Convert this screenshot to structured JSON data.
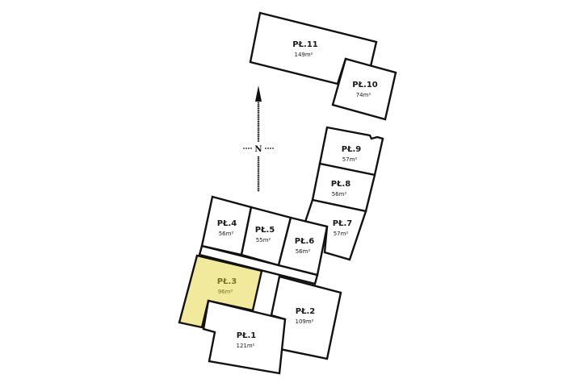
{
  "plan": {
    "north_arrow": {
      "label": "N",
      "icon": "north-arrow-icon"
    },
    "highlight_color": "#f1ea9c",
    "lots": [
      {
        "id": "11",
        "name": "PŁ.11",
        "area": "149m²",
        "highlighted": false
      },
      {
        "id": "10",
        "name": "PŁ.10",
        "area": "74m²",
        "highlighted": false
      },
      {
        "id": "9",
        "name": "PŁ.9",
        "area": "57m²",
        "highlighted": false
      },
      {
        "id": "8",
        "name": "PŁ.8",
        "area": "56m²",
        "highlighted": false
      },
      {
        "id": "7",
        "name": "PŁ.7",
        "area": "57m²",
        "highlighted": false
      },
      {
        "id": "6",
        "name": "PŁ.6",
        "area": "56m²",
        "highlighted": false
      },
      {
        "id": "5",
        "name": "PŁ.5",
        "area": "55m²",
        "highlighted": false
      },
      {
        "id": "4",
        "name": "PŁ.4",
        "area": "56m²",
        "highlighted": false
      },
      {
        "id": "3",
        "name": "PŁ.3",
        "area": "96m²",
        "highlighted": true
      },
      {
        "id": "2",
        "name": "PŁ.2",
        "area": "109m²",
        "highlighted": false
      },
      {
        "id": "1",
        "name": "PŁ.1",
        "area": "121m²",
        "highlighted": false
      }
    ]
  }
}
